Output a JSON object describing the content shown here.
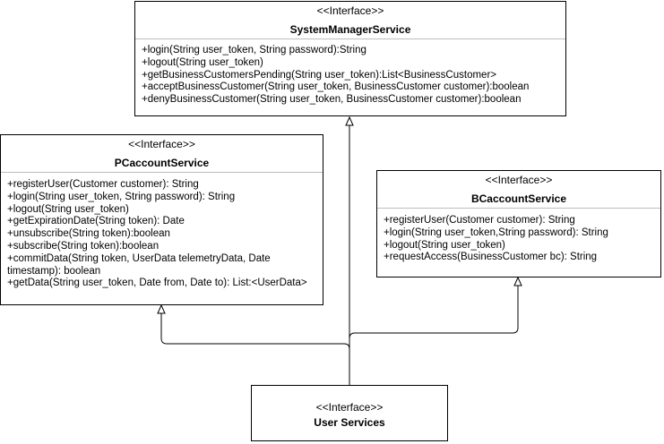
{
  "system_manager_service": {
    "stereotype": "<<Interface>>",
    "name": "SystemManagerService",
    "operations": [
      "+login(String user_token, String password):String",
      "+logout(String user_token)",
      "+getBusinessCustomersPending(String user_token):List<BusinessCustomer>",
      "+acceptBusinessCustomer(String user_token, BusinessCustomer customer):boolean",
      "+denyBusinessCustomer(String user_token, BusinessCustomer customer):boolean"
    ]
  },
  "pcaccount_service": {
    "stereotype": "<<Interface>>",
    "name": "PCaccountService",
    "operations": [
      "+registerUser(Customer customer): String",
      "+login(String user_token, String password): String",
      "+logout(String user_token)",
      "+getExpirationDate(String token): Date",
      "+unsubscribe(String token):boolean",
      "+subscribe(String token):boolean",
      "+commitData(String token, UserData telemetryData, Date timestamp): boolean",
      "+getData(String user_token, Date from, Date to): List:<UserData>"
    ]
  },
  "bcaccount_service": {
    "stereotype": "<<Interface>>",
    "name": "BCaccountService",
    "operations": [
      "+registerUser(Customer customer): String",
      "+login(String user_token,String password): String",
      "+logout(String user_token)",
      "+requestAccess(BusinessCustomer bc): String"
    ]
  },
  "user_services": {
    "stereotype": "<<Interface>>",
    "name": "User Services"
  }
}
